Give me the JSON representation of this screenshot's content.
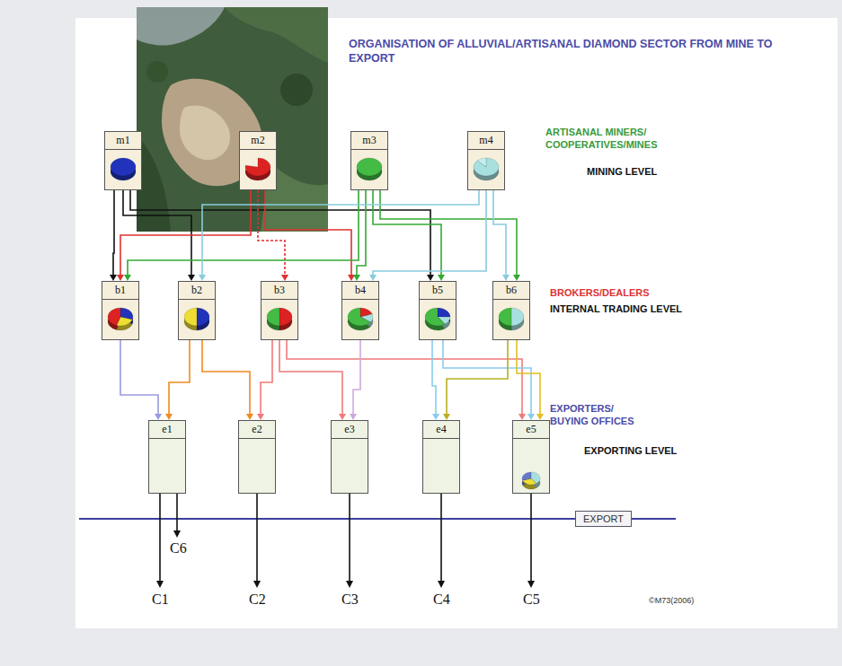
{
  "diagram": {
    "title": "ORGANISATION OF ALLUVIAL/ARTISANAL DIAMOND SECTOR FROM MINE TO EXPORT",
    "nodes": [
      {
        "text": [
          "m1"
        ]
      },
      {
        "text": [
          "m2"
        ]
      },
      {
        "text": [
          "m3"
        ]
      },
      {
        "text": [
          "m4"
        ]
      },
      {
        "text": [
          "b1"
        ]
      },
      {
        "text": [
          "b2"
        ]
      },
      {
        "text": [
          "b3"
        ]
      },
      {
        "text": [
          "b4"
        ]
      },
      {
        "text": [
          "b5"
        ]
      },
      {
        "text": [
          "b6"
        ]
      },
      {
        "text": [
          "e1"
        ]
      },
      {
        "text": [
          "e2"
        ]
      },
      {
        "text": [
          "e3"
        ]
      },
      {
        "text": [
          "e4"
        ]
      },
      {
        "text": [
          "e5"
        ]
      },
      {
        "text": [
          "EXPORT"
        ]
      }
    ],
    "edges": [
      {
        "from": 0,
        "to": 4,
        "arrow": "to"
      },
      {
        "from": 0,
        "to": 5,
        "arrow": "to"
      },
      {
        "from": 0,
        "to": 8,
        "arrow": "to"
      },
      {
        "from": 1,
        "to": 4,
        "arrow": "to"
      },
      {
        "from": 1,
        "to": 6,
        "arrow": "to"
      },
      {
        "from": 1,
        "to": 7,
        "arrow": "to"
      },
      {
        "from": 2,
        "to": 4,
        "arrow": "to"
      },
      {
        "from": 2,
        "to": 7,
        "arrow": "to"
      },
      {
        "from": 2,
        "to": 8,
        "arrow": "to"
      },
      {
        "from": 2,
        "to": 9,
        "arrow": "to"
      },
      {
        "from": 3,
        "to": 5,
        "arrow": "to"
      },
      {
        "from": 3,
        "to": 7,
        "arrow": "to"
      },
      {
        "from": 3,
        "to": 9,
        "arrow": "to"
      },
      {
        "from": 4,
        "to": 10,
        "arrow": "to"
      },
      {
        "from": 5,
        "to": 10,
        "arrow": "to"
      },
      {
        "from": 5,
        "to": 11,
        "arrow": "to"
      },
      {
        "from": 6,
        "to": 11,
        "arrow": "to"
      },
      {
        "from": 6,
        "to": 12,
        "arrow": "to"
      },
      {
        "from": 6,
        "to": 14,
        "arrow": "to"
      },
      {
        "from": 7,
        "to": 12,
        "arrow": "to"
      },
      {
        "from": 8,
        "to": 13,
        "arrow": "to"
      },
      {
        "from": 8,
        "to": 14,
        "arrow": "to"
      },
      {
        "from": 9,
        "to": 13,
        "arrow": "to"
      },
      {
        "from": 9,
        "to": 14,
        "arrow": "to"
      }
    ],
    "labels": [
      "ARTISANAL MINERS/ COOPERATIVES/MINES",
      "MINING LEVEL",
      "BROKERS/DEALERS",
      "INTERNAL TRADING LEVEL",
      "EXPORTERS/ BUYING OFFICES",
      "EXPORTING LEVEL",
      "C6",
      "C1",
      "C2",
      "C3",
      "C4",
      "C5",
      "©M73(2006)"
    ]
  }
}
